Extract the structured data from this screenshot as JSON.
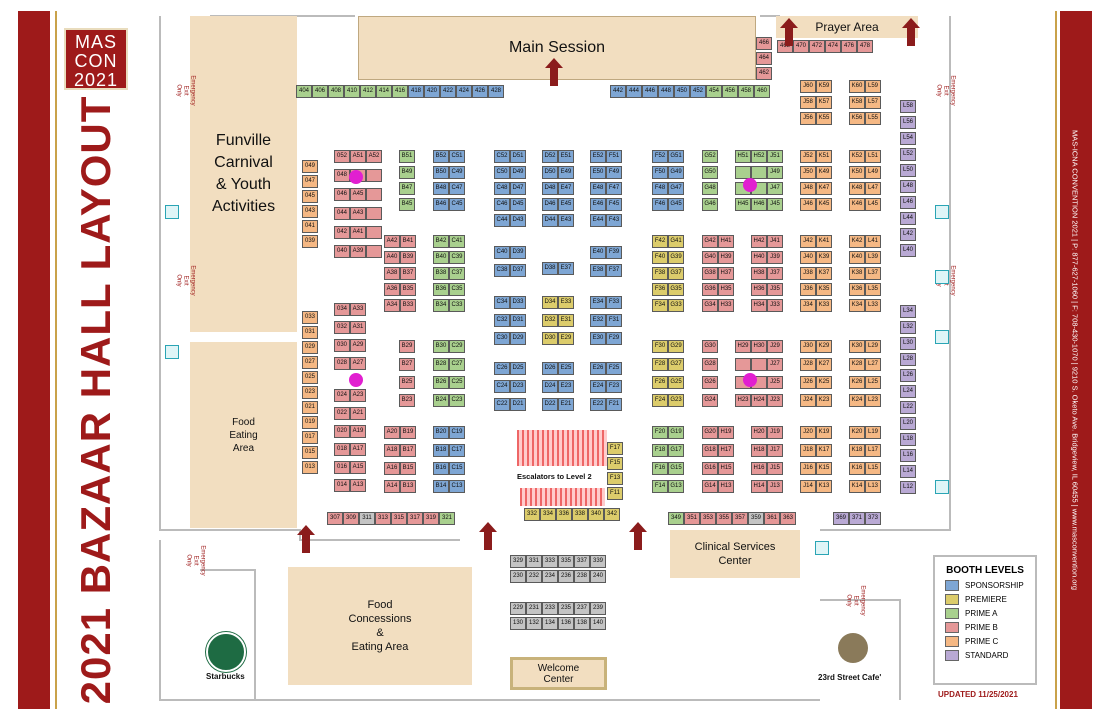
{
  "page": {
    "vertical_title": "2021 BAZAAR HALL LAYOUT",
    "logo_line1": "MAS",
    "logo_line2": "CON",
    "logo_line3": "2021",
    "side_text": "MAS-ICNA CONVENTION 2021  |  P: 877-627-1060  |  F: 708-430-1070  |  9210 S. Oketo Ave. Bridgeview, IL 60455  |  www.masconvention.org",
    "updated": "UPDATED 11/25/2021"
  },
  "areas": {
    "main_session": "Main Session",
    "prayer_area": "Prayer Area",
    "funville": "Funville\nCarnival\n& Youth\nActivities",
    "food_eating": "Food\nEating\nArea",
    "food_concessions": "Food\nConcessions\n&\nEating Area",
    "clinical": "Clinical Services\nCenter",
    "welcome": "Welcome\nCenter",
    "starbucks": "Starbucks",
    "cafe": "23rd Street Cafe'",
    "escalators": "Escalators to Level 2"
  },
  "exits": {
    "label": "Emergency\nExit\nOnly"
  },
  "legend": {
    "title": "BOOTH LEVELS",
    "items": [
      {
        "label": "SPONSORSHIP",
        "color": "#7ea6d4"
      },
      {
        "label": "PREMIERE",
        "color": "#dccc6b"
      },
      {
        "label": "PRIME A",
        "color": "#a9d08e"
      },
      {
        "label": "PRIME B",
        "color": "#e59898"
      },
      {
        "label": "PRIME C",
        "color": "#f5b884"
      },
      {
        "label": "STANDARD",
        "color": "#b9a9d4"
      }
    ]
  },
  "booths": {
    "top_left_row": [
      [
        "404",
        "A"
      ],
      [
        "406",
        "A"
      ],
      [
        "408",
        "A"
      ],
      [
        "410",
        "A"
      ],
      [
        "412",
        "A"
      ],
      [
        "414",
        "A"
      ],
      [
        "416",
        "A"
      ],
      [
        "418",
        "S"
      ],
      [
        "420",
        "S"
      ],
      [
        "422",
        "S"
      ],
      [
        "424",
        "S"
      ],
      [
        "426",
        "S"
      ],
      [
        "428",
        "S"
      ]
    ],
    "top_right_row": [
      [
        "442",
        "S"
      ],
      [
        "444",
        "S"
      ],
      [
        "446",
        "S"
      ],
      [
        "448",
        "S"
      ],
      [
        "450",
        "S"
      ],
      [
        "452",
        "S"
      ],
      [
        "454",
        "A"
      ],
      [
        "456",
        "A"
      ],
      [
        "458",
        "A"
      ],
      [
        "460",
        "A"
      ]
    ],
    "prayer_row": [
      [
        "468",
        "B"
      ],
      [
        "470",
        "B"
      ],
      [
        "472",
        "B"
      ],
      [
        "474",
        "B"
      ],
      [
        "476",
        "B"
      ],
      [
        "478",
        "B"
      ]
    ],
    "right_small_col": [
      [
        "466",
        "B"
      ],
      [
        "464",
        "B"
      ],
      [
        "462",
        "B"
      ]
    ],
    "bottom_left_row": [
      [
        "307",
        "B"
      ],
      [
        "309",
        "B"
      ],
      [
        "311",
        "G"
      ],
      [
        "313",
        "B"
      ],
      [
        "315",
        "B"
      ],
      [
        "317",
        "B"
      ],
      [
        "319",
        "B"
      ],
      [
        "321",
        "A"
      ]
    ],
    "bottom_mid_row": [
      [
        "332",
        "P"
      ],
      [
        "334",
        "P"
      ],
      [
        "336",
        "P"
      ],
      [
        "338",
        "P"
      ],
      [
        "340",
        "P"
      ],
      [
        "342",
        "P"
      ]
    ],
    "bottom_right_row": [
      [
        "349",
        "A"
      ],
      [
        "351",
        "B"
      ],
      [
        "353",
        "B"
      ],
      [
        "355",
        "B"
      ],
      [
        "357",
        "B"
      ],
      [
        "359",
        "G"
      ],
      [
        "361",
        "B"
      ],
      [
        "363",
        "B"
      ]
    ],
    "bottom_far_right_row": [
      [
        "369",
        "T"
      ],
      [
        "371",
        "T"
      ],
      [
        "373",
        "T"
      ]
    ],
    "gray_block1_row1": [
      "329",
      "331",
      "333",
      "335",
      "337",
      "339"
    ],
    "gray_block1_row2": [
      "230",
      "232",
      "234",
      "236",
      "238",
      "240"
    ],
    "gray_block2_row1": [
      "229",
      "231",
      "233",
      "235",
      "237",
      "239"
    ],
    "gray_block2_row2": [
      "130",
      "132",
      "134",
      "136",
      "138",
      "140"
    ],
    "escalator_col": [
      [
        "F17",
        "P"
      ],
      [
        "F15",
        "P"
      ],
      [
        "F13",
        "P"
      ],
      [
        "F11",
        "P"
      ]
    ],
    "left_col_upper": [
      [
        "049",
        "C"
      ],
      [
        "047",
        "C"
      ],
      [
        "045",
        "C"
      ],
      [
        "043",
        "C"
      ],
      [
        "041",
        "C"
      ],
      [
        "039",
        "C"
      ]
    ],
    "left_col_lower": [
      [
        "033",
        "C"
      ],
      [
        "031",
        "C"
      ],
      [
        "029",
        "C"
      ],
      [
        "027",
        "C"
      ],
      [
        "025",
        "C"
      ],
      [
        "023",
        "C"
      ],
      [
        "021",
        "C"
      ],
      [
        "019",
        "C"
      ],
      [
        "017",
        "C"
      ],
      [
        "015",
        "C"
      ],
      [
        "013",
        "C"
      ]
    ],
    "blocks": [
      {
        "rows": [
          [
            "052",
            "A51",
            "A52"
          ],
          [
            "048",
            "",
            ""
          ],
          [
            "046",
            "A45",
            ""
          ],
          [
            "044",
            "A43",
            ""
          ],
          [
            "042",
            "A41",
            ""
          ],
          [
            "040",
            "A39",
            ""
          ]
        ],
        "cls": "B"
      },
      {
        "rows": [
          [
            "B51"
          ],
          [
            "B49"
          ],
          [
            "B47"
          ],
          [
            "B45"
          ]
        ],
        "cls": "A"
      },
      {
        "rows": [
          [
            "B52",
            "C51"
          ],
          [
            "B50",
            "C49"
          ],
          [
            "B48",
            "C47"
          ],
          [
            "B46",
            "C45"
          ]
        ],
        "cls": "S"
      },
      {
        "rows": [
          [
            "C52",
            "D51"
          ],
          [
            "C50",
            "D49"
          ],
          [
            "C48",
            "D47"
          ],
          [
            "C46",
            "D45"
          ],
          [
            "C44",
            "D43"
          ]
        ],
        "cls": "S"
      },
      {
        "rows": [
          [
            "D52",
            "E51"
          ],
          [
            "D50",
            "E49"
          ],
          [
            "D48",
            "E47"
          ],
          [
            "D46",
            "E45"
          ],
          [
            "D44",
            "E43"
          ]
        ],
        "cls": "S"
      },
      {
        "rows": [
          [
            "E52",
            "F51"
          ],
          [
            "E50",
            "F49"
          ],
          [
            "E48",
            "F47"
          ],
          [
            "E46",
            "F45"
          ],
          [
            "E44",
            "F43"
          ]
        ],
        "cls": "S"
      },
      {
        "rows": [
          [
            "F52",
            "G51"
          ],
          [
            "F50",
            "G49"
          ],
          [
            "F48",
            "G47"
          ],
          [
            "F46",
            "G45"
          ]
        ],
        "cls": "S"
      },
      {
        "rows": [
          [
            "G52"
          ],
          [
            "G50"
          ],
          [
            "G48"
          ],
          [
            "G46"
          ]
        ],
        "cls": "A"
      },
      {
        "rows": [
          [
            "H51",
            "H52",
            "J51"
          ],
          [
            "",
            "",
            "J49"
          ],
          [
            "",
            "",
            "J47"
          ],
          [
            "H45",
            "H46",
            "J45"
          ]
        ],
        "cls": "A"
      },
      {
        "rows": [
          [
            "J52",
            "K51"
          ],
          [
            "J50",
            "K49"
          ],
          [
            "J48",
            "K47"
          ],
          [
            "J46",
            "K45"
          ]
        ],
        "cls": "C"
      },
      {
        "rows": [
          [
            "K52",
            "L51"
          ],
          [
            "K50",
            "L49"
          ],
          [
            "K48",
            "L47"
          ],
          [
            "K46",
            "L45"
          ]
        ],
        "cls": "C"
      },
      {
        "rows": [
          [
            "J60",
            "K59"
          ],
          [
            "J58",
            "K57"
          ],
          [
            "J56",
            "K55"
          ]
        ],
        "cls": "C"
      },
      {
        "rows": [
          [
            "K60",
            "L59"
          ],
          [
            "K58",
            "L57"
          ],
          [
            "K56",
            "L55"
          ]
        ],
        "cls": "C"
      }
    ]
  }
}
